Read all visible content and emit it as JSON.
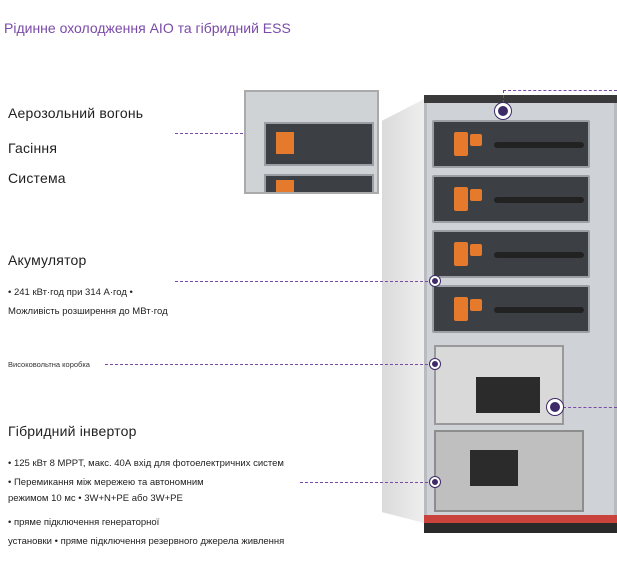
{
  "header": {
    "title": "Рідинне охолодження AIO та гібридний ESS"
  },
  "callouts": {
    "aerosol": {
      "line1": "Аерозольний вогонь",
      "line2": "Гасіння",
      "line3": "Система"
    },
    "battery": {
      "title": "Акумулятор",
      "line1": "• 241 кВт·год при 314 А·год •",
      "line2": "Можливість розширення до МВт·год"
    },
    "hvbox": {
      "title": "Високовольтна коробка"
    },
    "inverter": {
      "title": "Гібридний інвертор",
      "bullet1": "• 125 кВт 8 MPPT, макс. 40А вхід для фотоелектричних систем",
      "bullet2a": "• Перемикання між мережею та автономним",
      "bullet2b": "режимом 10 мс • 3W+N+PE або 3W+PE",
      "bullet3a": "• пряме підключення генераторної",
      "bullet3b": "установки • пряме підключення резервного джерела живлення"
    }
  },
  "colors": {
    "accent": "#7a4aa8",
    "dot": "#3d2a66",
    "orange": "#e57a2c",
    "base": "#c9423b"
  }
}
